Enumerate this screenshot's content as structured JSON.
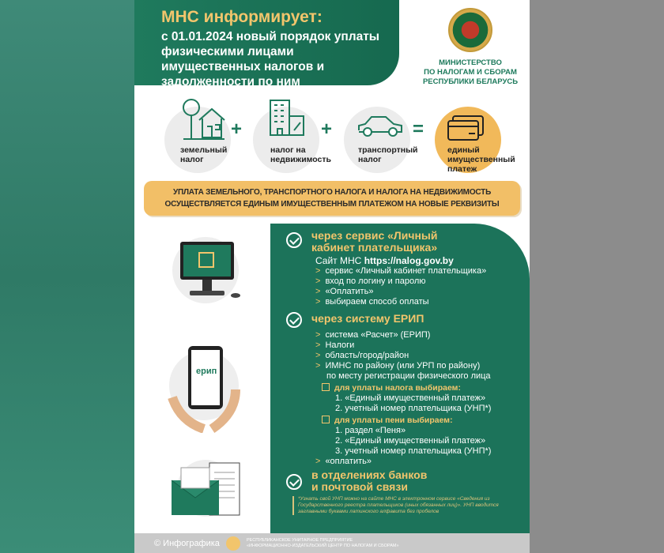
{
  "header": {
    "title": "МНС информирует:",
    "subtitle": "с 01.01.2024 новый порядок уплаты физическими лицами имущественных налогов и задолженности по ним"
  },
  "logo": {
    "line1": "МИНИСТЕРСТВО",
    "line2": "ПО НАЛОГАМ И СБОРАМ",
    "line3": "РЕСПУБЛИКИ БЕЛАРУСЬ"
  },
  "formula": {
    "items": [
      {
        "l1": "земельный",
        "l2": "налог",
        "icon": "house-tree-icon"
      },
      {
        "l1": "налог на",
        "l2": "недвижимость",
        "icon": "building-icon"
      },
      {
        "l1": "транспортный",
        "l2": "налог",
        "icon": "car-icon"
      },
      {
        "l1": "единый",
        "l2": "имущественный",
        "l3": "платеж",
        "icon": "cards-icon"
      }
    ],
    "plus": "+",
    "equals": "="
  },
  "banner": {
    "line1": "УПЛАТА ЗЕМЕЛЬНОГО, ТРАНСПОРТНОГО НАЛОГА И НАЛОГА НА НЕДВИЖИМОСТЬ",
    "line2": "ОСУЩЕСТВЛЯЕТСЯ ЕДИНЫМ ИМУЩЕСТВЕННЫМ ПЛАТЕЖОМ НА НОВЫЕ РЕКВИЗИТЫ"
  },
  "methods": {
    "cabinet": {
      "title1": "через сервис «Личный",
      "title2": "кабинет плательщика»",
      "site_label": "Сайт МНС",
      "site_url": "https://nalog.gov.by",
      "steps": [
        "сервис «Личный кабинет плательщика»",
        "вход по логину и паролю",
        "«Оплатить»",
        "выбираем способ оплаты"
      ]
    },
    "erip": {
      "title": "через систему ЕРИП",
      "steps": [
        "система «Расчет» (ЕРИП)",
        "Налоги",
        "область/город/район",
        "ИМНС по району (или УРП по району)"
      ],
      "steps_cont": "по месту регистрации физического лица",
      "tax_title": "для уплаты налога выбираем:",
      "tax_items": [
        "1. «Единый имущественный платеж»",
        "2. учетный номер плательщика (УНП*)"
      ],
      "fine_title": "для уплаты пени выбираем:",
      "fine_items": [
        "1. раздел «Пеня»",
        "2.  «Единый имущественный платеж»",
        "3. учетный номер плательщика (УНП*)"
      ],
      "final": "«оплатить»",
      "phone_label": "ерип"
    },
    "bank": {
      "title1": "в отделениях банков",
      "title2": "и почтовой связи"
    },
    "note": "*Узнать свой УНП можно на сайте МНС в электронном сервисе «Сведения из Государственного реестра плательщиков (иных обязанных лиц)». УНП вводится заглавными буквами латинского алфавита без пробелов"
  },
  "footer": {
    "copyright": "© Инфографика",
    "org1": "РЕСПУБЛИКАНСКОЕ УНИТАРНОЕ ПРЕДПРИЯТИЕ",
    "org2": "«ИНФОРМАЦИОННО-ИЗДАТЕЛЬСКИЙ ЦЕНТР ПО НАЛОГАМ И СБОРАМ»"
  },
  "colors": {
    "green": "#1c735a",
    "gold": "#f2c56c",
    "orange": "#f1b95a"
  }
}
